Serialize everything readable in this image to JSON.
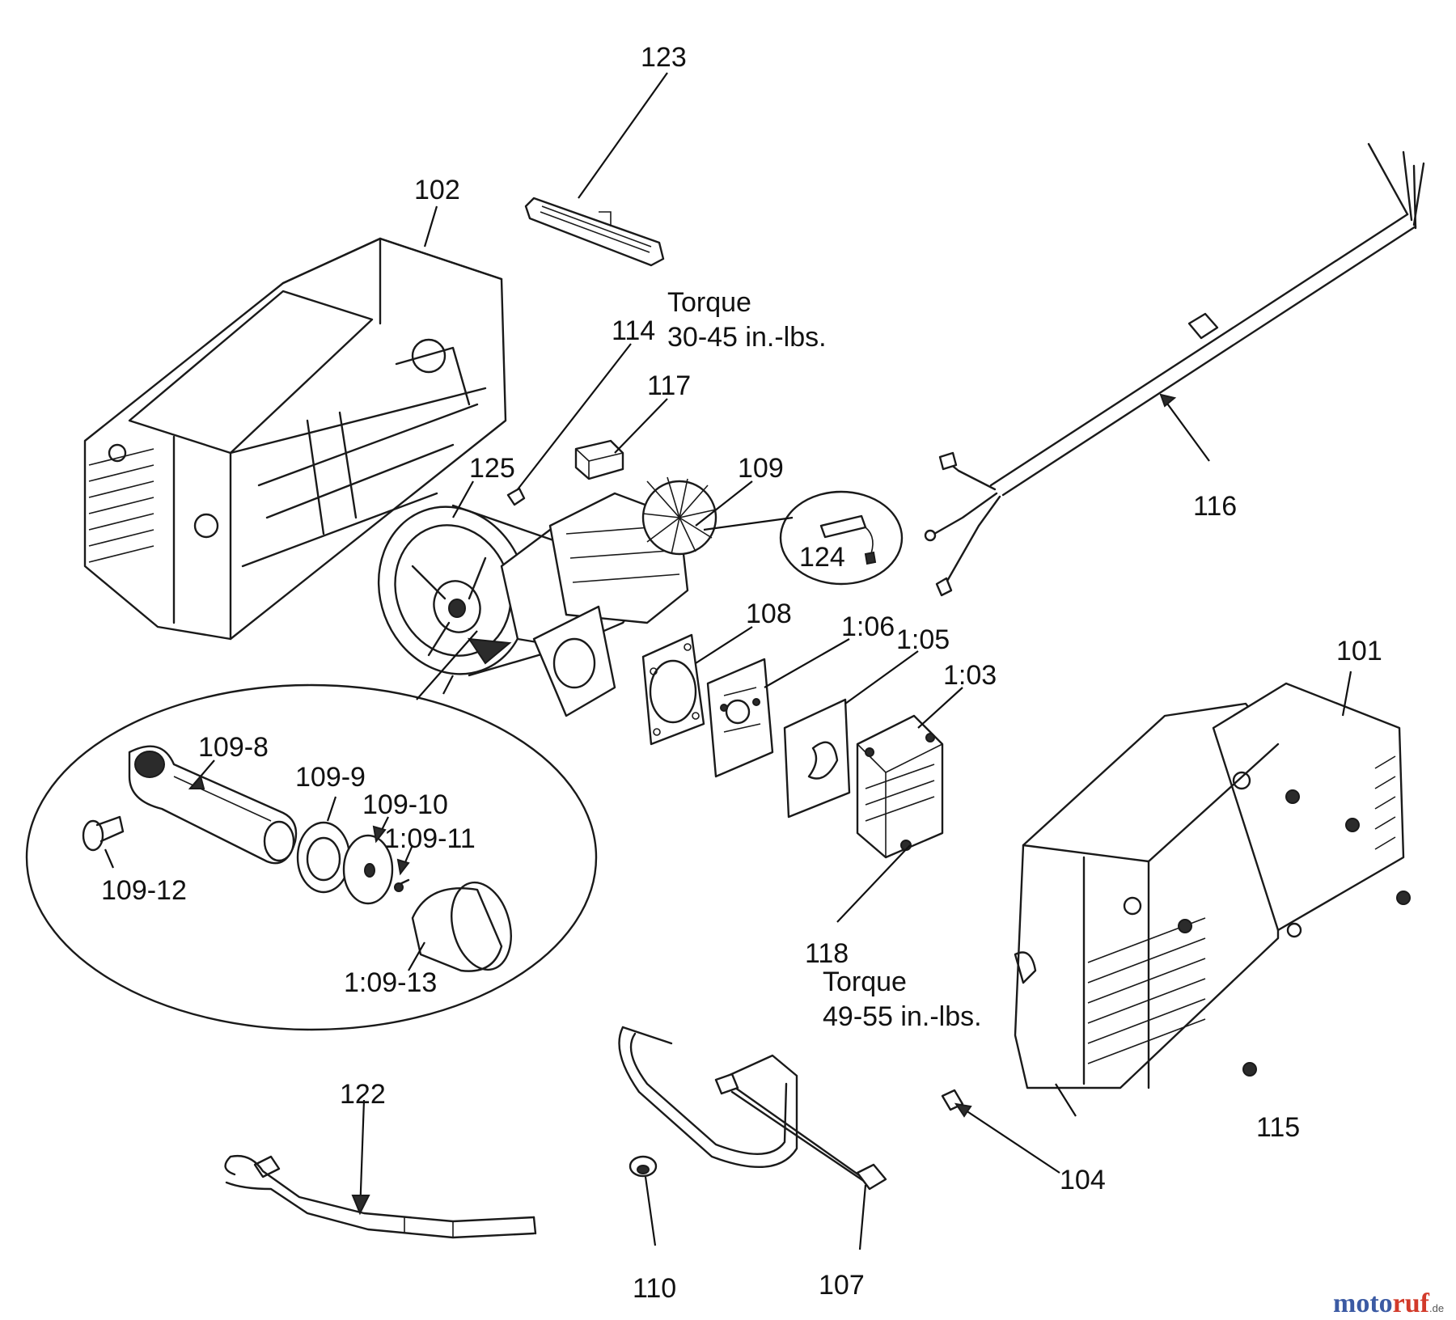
{
  "callouts": {
    "p101": "101",
    "p102": "102",
    "p103": "1:03",
    "p104": "104",
    "p105": "1:05",
    "p106": "1:06",
    "p107": "107",
    "p108": "108",
    "p109": "109",
    "p109_8": "109-8",
    "p109_9": "109-9",
    "p109_10": "109-10",
    "p109_11": "1:09-11",
    "p109_12": "109-12",
    "p109_13": "1:09-13",
    "p110": "110",
    "p114": "114",
    "p115": "115",
    "p116": "116",
    "p117": "117",
    "p118": "118",
    "p122": "122",
    "p123": "123",
    "p124": "124",
    "p125": "125"
  },
  "notes": {
    "torque_upper_line1": "Torque",
    "torque_upper_line2": "30-45 in.-lbs.",
    "torque_lower_line1": "Torque",
    "torque_lower_line2": "49-55 in.-lbs."
  },
  "watermark": {
    "part1": "moto",
    "part2": "ruf",
    "suffix": ".de"
  }
}
